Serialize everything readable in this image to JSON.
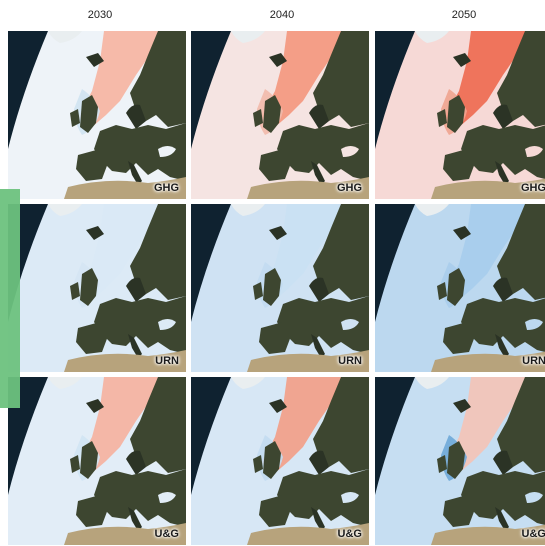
{
  "columns": [
    "2030",
    "2040",
    "2050"
  ],
  "rows": [
    {
      "label": "GHG",
      "north": [
        "#f6b6a4",
        "#f39a82",
        "#ee6f55"
      ],
      "sea": [
        "#eef3f8",
        "#f5e4e2",
        "#f6d9d6"
      ],
      "north_sea": [
        "#cfe3f1",
        "#f2b9ab",
        "#f0a38f"
      ]
    },
    {
      "label": "URN",
      "north": [
        "#d9e9f5",
        "#c9e0f2",
        "#a8cdec"
      ],
      "sea": [
        "#dceaf6",
        "#cfe2f3",
        "#bcd8ef"
      ],
      "north_sea": [
        "#d5e6f4",
        "#c2dcf1",
        "#a9cdeb"
      ]
    },
    {
      "label": "U&G",
      "north": [
        "#f4b4a2",
        "#f1a18b",
        "#f2c4b8"
      ],
      "sea": [
        "#e2edf7",
        "#d7e7f5",
        "#c6def2"
      ],
      "north_sea": [
        "#d2e4f3",
        "#c3dcf1",
        "#6ea8d8"
      ]
    }
  ],
  "colors": {
    "land": "#3d4630",
    "land_dark": "#2b3325",
    "ocean_outside": "#0f2230",
    "sahara": "#b7a37c",
    "ice": "#e9eef0",
    "accent_bar": "#6dc27e"
  }
}
